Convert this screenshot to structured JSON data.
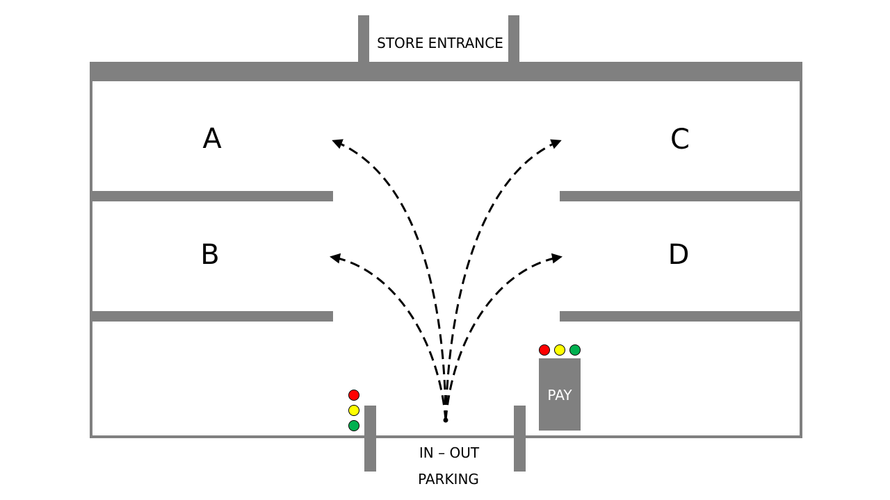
{
  "entrance": {
    "label": "STORE ENTRANCE"
  },
  "zones": [
    {
      "id": "A",
      "label": "A"
    },
    {
      "id": "B",
      "label": "B"
    },
    {
      "id": "C",
      "label": "C"
    },
    {
      "id": "D",
      "label": "D"
    }
  ],
  "gate": {
    "line1": "IN – OUT",
    "line2": "PARKING"
  },
  "pay": {
    "label": "PAY"
  },
  "colors": {
    "wall": "#808080",
    "light_red": "#ff0000",
    "light_yellow": "#ffff00",
    "light_green": "#00b050",
    "path": "#000000"
  }
}
